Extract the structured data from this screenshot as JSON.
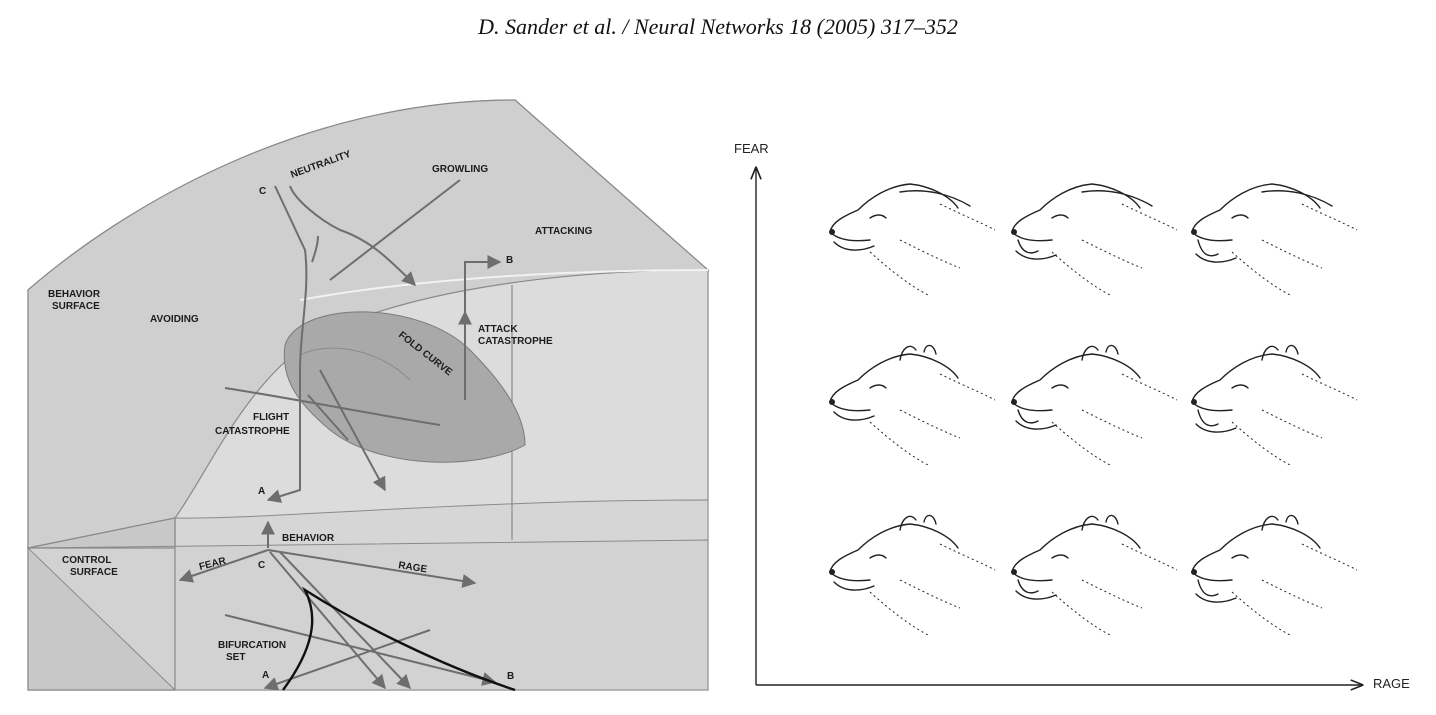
{
  "header": {
    "running_head": "D. Sander et al. / Neural Networks 18 (2005) 317–352"
  },
  "left_figure": {
    "labels": {
      "neutrality": "NEUTRALITY",
      "growling": "GROWLING",
      "attacking": "ATTACKING",
      "behavior_surface": [
        "BEHAVIOR",
        "SURFACE"
      ],
      "avoiding": "AVOIDING",
      "fold_curve": "FOLD CURVE",
      "attack_catastrophe": [
        "ATTACK",
        "CATASTROPHE"
      ],
      "flight_catastrophe": [
        "FLIGHT",
        "CATASTROPHE"
      ],
      "behavior": "BEHAVIOR",
      "control_surface": [
        "CONTROL",
        "SURFACE"
      ],
      "fear": "FEAR",
      "rage": "RAGE",
      "bifurcation_set": [
        "BIFURCATION",
        "SET"
      ],
      "point_a_top": "A",
      "point_b_top": "B",
      "point_c_top": "C",
      "point_a_bottom": "A",
      "point_b_bottom": "B",
      "point_c_bottom": "C"
    }
  },
  "right_figure": {
    "y_axis_label": "FEAR",
    "x_axis_label": "RAGE"
  }
}
